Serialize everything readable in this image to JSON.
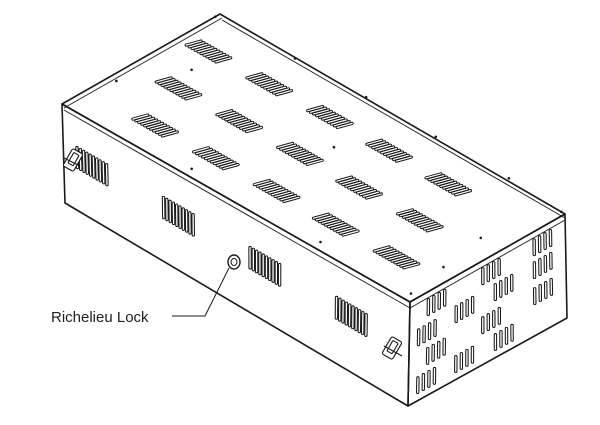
{
  "diagram": {
    "labels": {
      "callout": "Richelieu Lock"
    },
    "components": [
      "vented-enclosure",
      "richelieu-lock",
      "draw-latch",
      "draw-latch"
    ],
    "colors": {
      "line": "#1a1a1a",
      "fill": "#ffffff",
      "background": "#ffffff"
    }
  }
}
